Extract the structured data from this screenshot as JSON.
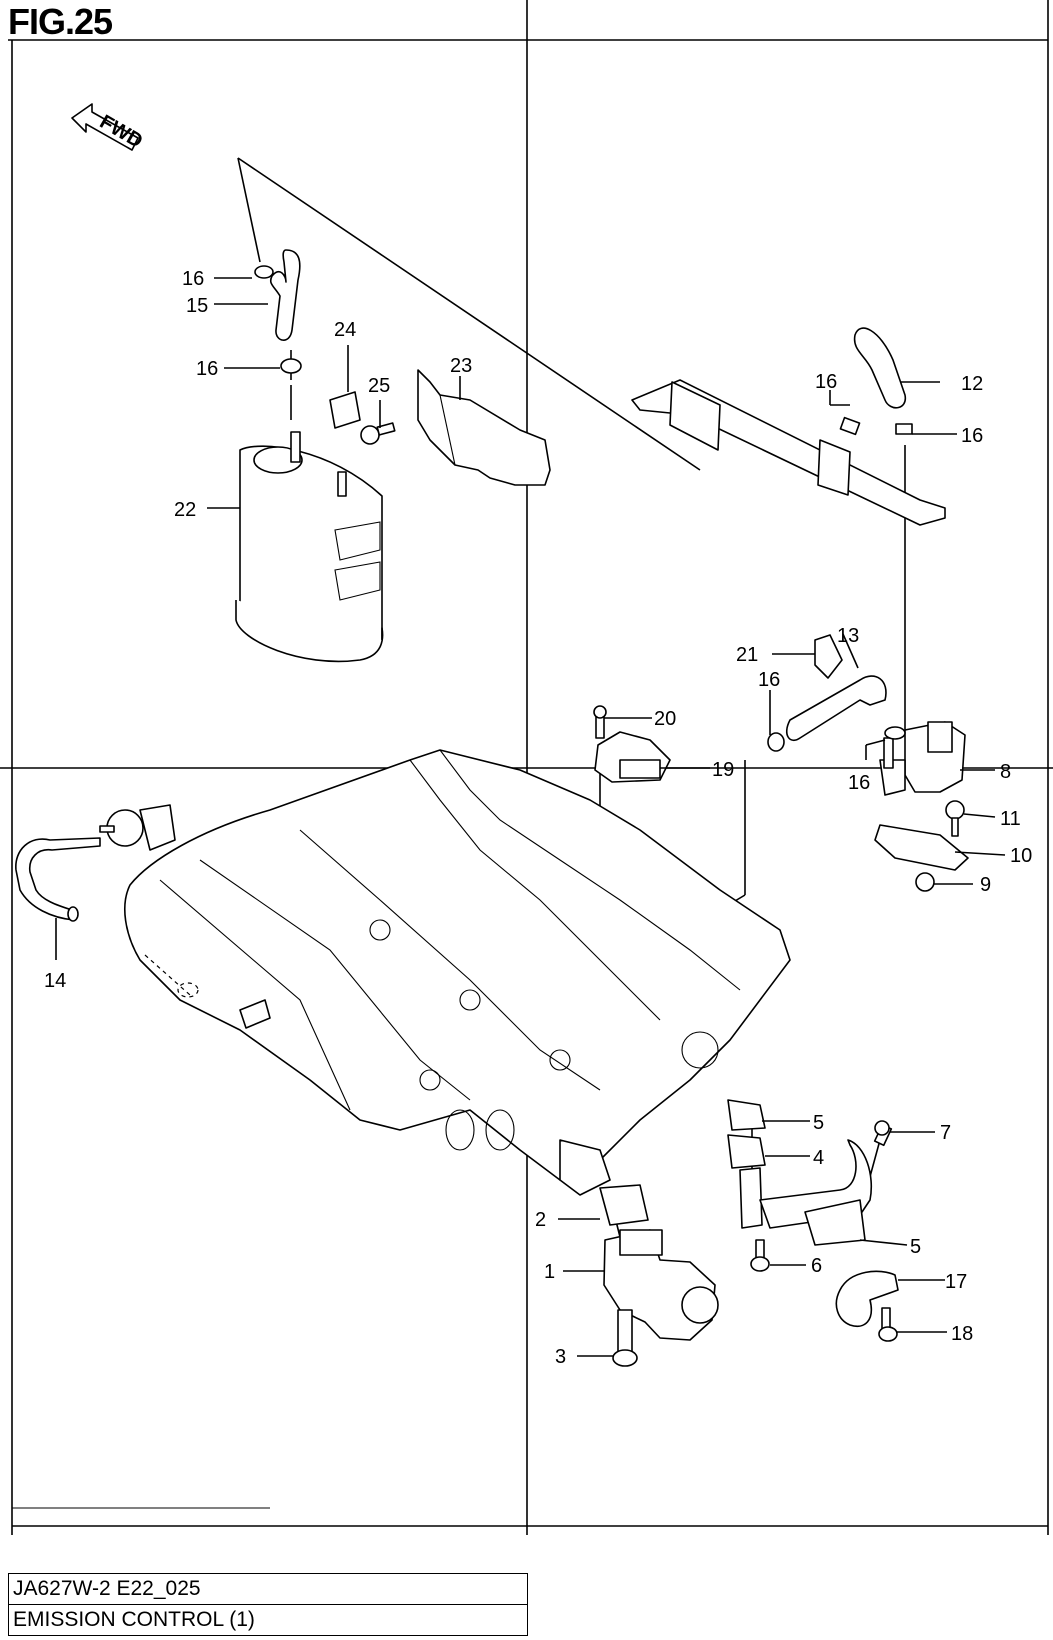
{
  "figure": {
    "title": "FIG.25",
    "fwd_label": "FWD"
  },
  "callouts": [
    "1",
    "2",
    "3",
    "4",
    "5",
    "5",
    "6",
    "7",
    "8",
    "9",
    "10",
    "11",
    "12",
    "13",
    "14",
    "15",
    "16",
    "16",
    "16",
    "16",
    "16",
    "16",
    "17",
    "18",
    "19",
    "20",
    "21",
    "22",
    "23",
    "24",
    "25"
  ],
  "caption": {
    "code": "JA627W-2 E22_025",
    "name": "EMISSION CONTROL (1)"
  }
}
